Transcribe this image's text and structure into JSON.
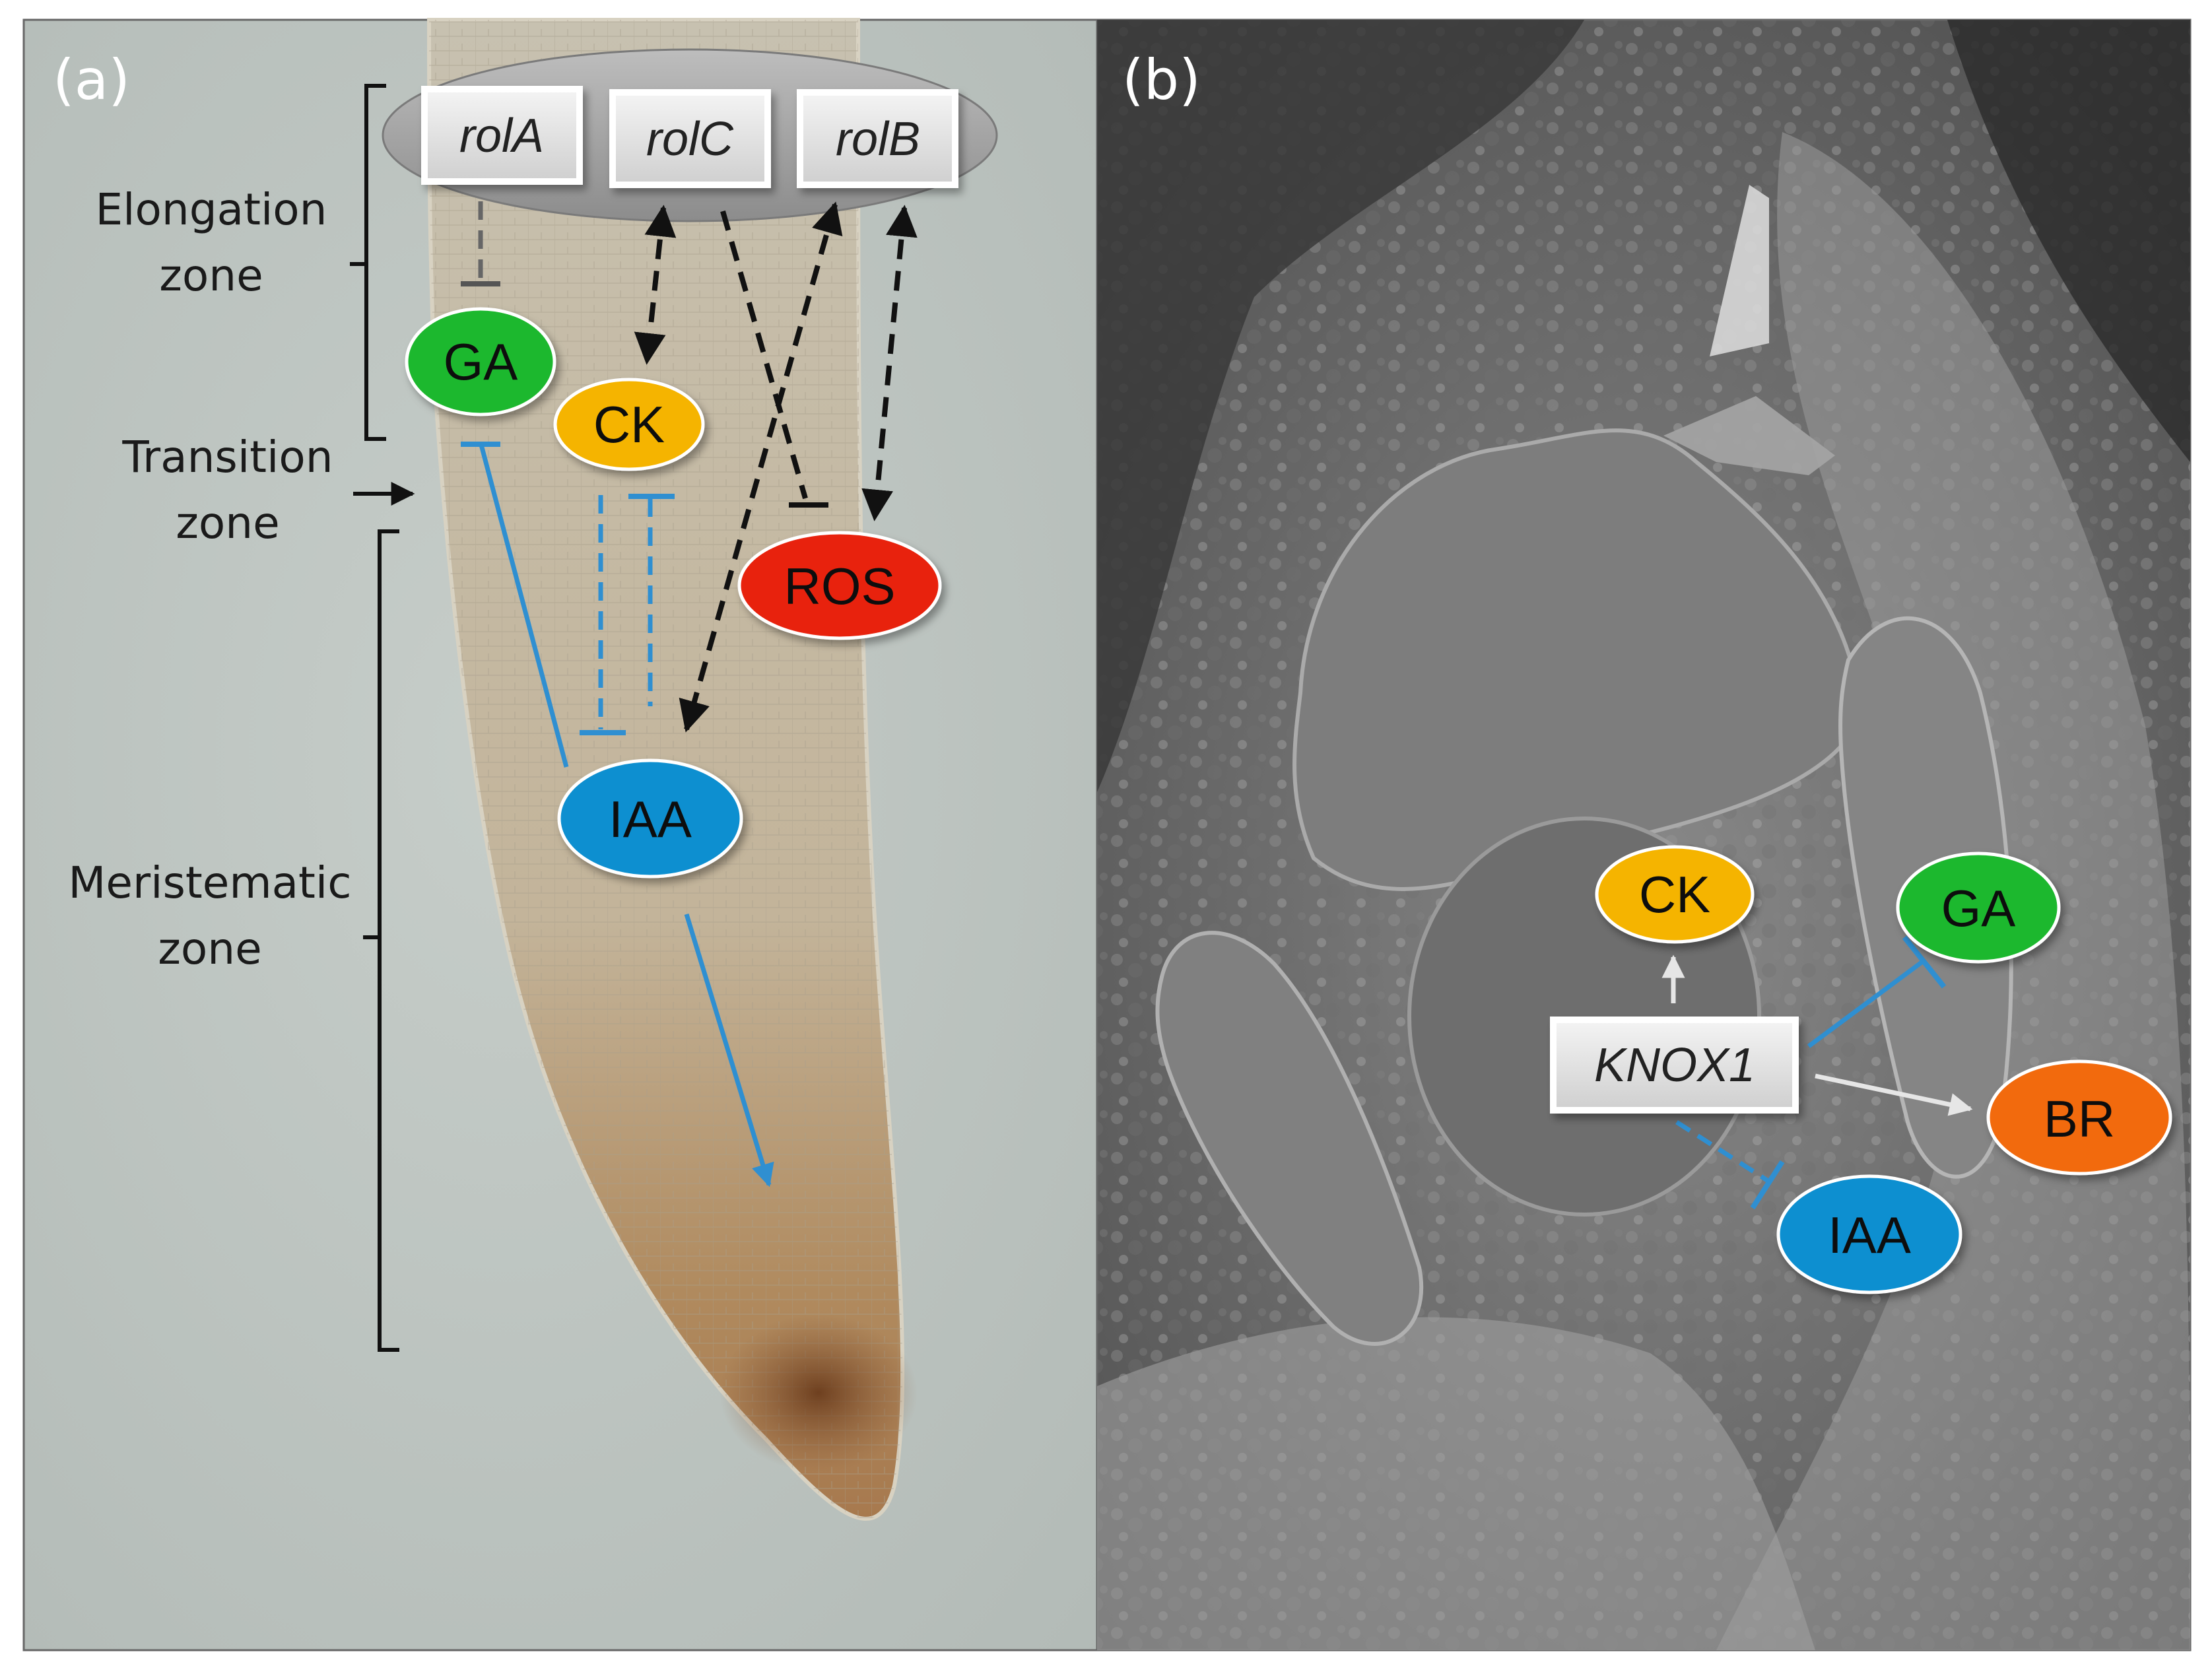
{
  "panel_a": {
    "tag": "(a)",
    "zones": {
      "elongation_1": "Elongation",
      "elongation_2": "zone",
      "transition_1": "Transition",
      "transition_2": "zone",
      "meristematic_1": "Meristematic",
      "meristematic_2": "zone"
    },
    "genes": [
      "rolA",
      "rolC",
      "rolB"
    ],
    "hormones": {
      "ga": "GA",
      "ck": "CK",
      "ros": "ROS",
      "iaa": "IAA"
    }
  },
  "panel_b": {
    "tag": "(b)",
    "gene": "KNOX1",
    "hormones": {
      "ck": "CK",
      "ga": "GA",
      "br": "BR",
      "iaa": "IAA"
    }
  },
  "colors": {
    "ga": "#1fb82e",
    "ck": "#f5b400",
    "ros": "#e8230e",
    "iaa": "#0f8fd0",
    "br": "#f26a0f",
    "inhibit_blue": "#2f8fd1"
  }
}
